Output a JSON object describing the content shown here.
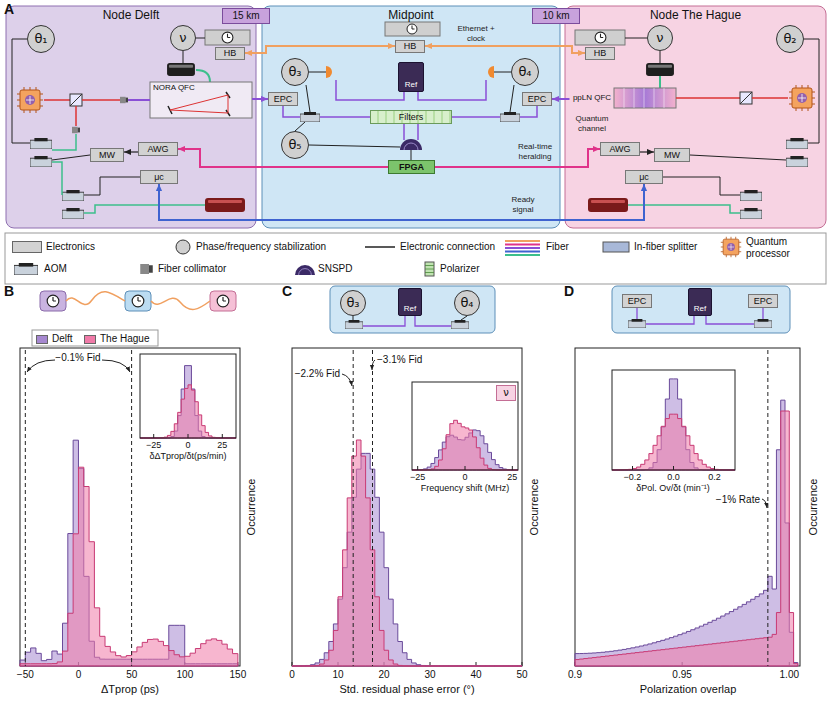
{
  "diagram": {
    "nodes": [
      {
        "text": [
          "Node Delft"
        ]
      },
      {
        "text": [
          "θ₁"
        ],
        "in": 0
      },
      {
        "text": [
          "ν"
        ],
        "in": 0
      },
      {
        "text": [
          "HB"
        ],
        "in": 0
      },
      {
        "text": [
          "NORA QFC"
        ],
        "in": 0
      },
      {
        "text": [
          "MW"
        ],
        "in": 0
      },
      {
        "text": [
          "AWG"
        ],
        "in": 0
      },
      {
        "text": [
          "μc"
        ],
        "in": 0
      },
      {
        "text": [
          "15 km"
        ]
      },
      {
        "text": [
          "Midpoint"
        ]
      },
      {
        "text": [
          "HB"
        ],
        "in": 9
      },
      {
        "text": [
          "θ₃"
        ],
        "in": 9
      },
      {
        "text": [
          "Ref"
        ],
        "in": 9
      },
      {
        "text": [
          "θ₄"
        ],
        "in": 9
      },
      {
        "text": [
          "EPC"
        ],
        "in": 9
      },
      {
        "text": [
          "EPC"
        ],
        "in": 9
      },
      {
        "text": [
          "Filters"
        ],
        "in": 9
      },
      {
        "text": [
          "θ₅"
        ],
        "in": 9
      },
      {
        "text": [
          "FPGA"
        ],
        "in": 9
      },
      {
        "text": [
          "10 km"
        ]
      },
      {
        "text": [
          "Node The Hague"
        ]
      },
      {
        "text": [
          "HB"
        ],
        "in": 20
      },
      {
        "text": [
          "ν"
        ],
        "in": 20
      },
      {
        "text": [
          "θ₂"
        ],
        "in": 20
      },
      {
        "text": [
          "ppLN QFC"
        ],
        "in": 20
      },
      {
        "text": [
          "AWG"
        ],
        "in": 20
      },
      {
        "text": [
          "MW"
        ],
        "in": 20
      },
      {
        "text": [
          "μc"
        ],
        "in": 20
      },
      {
        "text": [
          "θ₃"
        ]
      },
      {
        "text": [
          "Ref"
        ]
      },
      {
        "text": [
          "θ₄"
        ]
      },
      {
        "text": [
          "ν"
        ]
      },
      {
        "text": [
          "EPC"
        ]
      },
      {
        "text": [
          "Ref"
        ]
      },
      {
        "text": [
          "EPC"
        ]
      }
    ],
    "edges": [
      {
        "from": 3,
        "to": 10,
        "arrow": "both"
      },
      {
        "from": 10,
        "to": 21,
        "label": "Ethernet + clock",
        "arrow": "both"
      },
      {
        "from": 4,
        "to": 14,
        "arrow": "to"
      },
      {
        "from": 24,
        "to": 15,
        "label": "Quantum channel",
        "arrow": "to"
      },
      {
        "from": 18,
        "to": 6,
        "arrow": "to"
      },
      {
        "from": 18,
        "to": 25,
        "label": "Real-time heralding",
        "arrow": "to"
      },
      {
        "from": 7,
        "to": 27,
        "label": "Ready signal",
        "arrow": "both"
      },
      {
        "from": 6,
        "to": 5,
        "arrow": "to"
      },
      {
        "from": 25,
        "to": 26,
        "arrow": "to"
      }
    ],
    "labels": [
      "A",
      "B",
      "C",
      "D",
      "−0.1% Fid",
      "−50",
      "0",
      "50",
      "100",
      "150",
      "ΔTprop (ps)",
      "Occurrence",
      "−25",
      "0",
      "25",
      "δΔTprop/δt(ps/min)",
      "−2.2% Fid",
      "−3.1% Fid",
      "0",
      "10",
      "20",
      "30",
      "40",
      "50",
      "Std. residual phase error (°)",
      "Occurrence",
      "−25",
      "0",
      "25",
      "Frequency shift (MHz)",
      "−1% Rate",
      "0.9",
      "0.95",
      "1.00",
      "Polarization overlap",
      "Occurrence",
      "−0.2",
      "0.0",
      "0.2",
      "δPol. Ov/δt (min⁻¹)"
    ],
    "legend": [
      {
        "text": "Electronics",
        "color": "#d2d2d2"
      },
      {
        "text": "Phase/frequency stabilization"
      },
      {
        "text": "Electronic connection"
      },
      {
        "text": "Fiber"
      },
      {
        "text": "In-fiber splitter"
      },
      {
        "text": "Quantum processor"
      },
      {
        "text": "AOM"
      },
      {
        "text": "Fiber collimator"
      },
      {
        "text": "SNSPD"
      },
      {
        "text": "Polarizer"
      },
      {
        "text": "Delft",
        "color": "#a688d0"
      },
      {
        "text": "The Hague",
        "color": "#f07aa8"
      }
    ]
  }
}
